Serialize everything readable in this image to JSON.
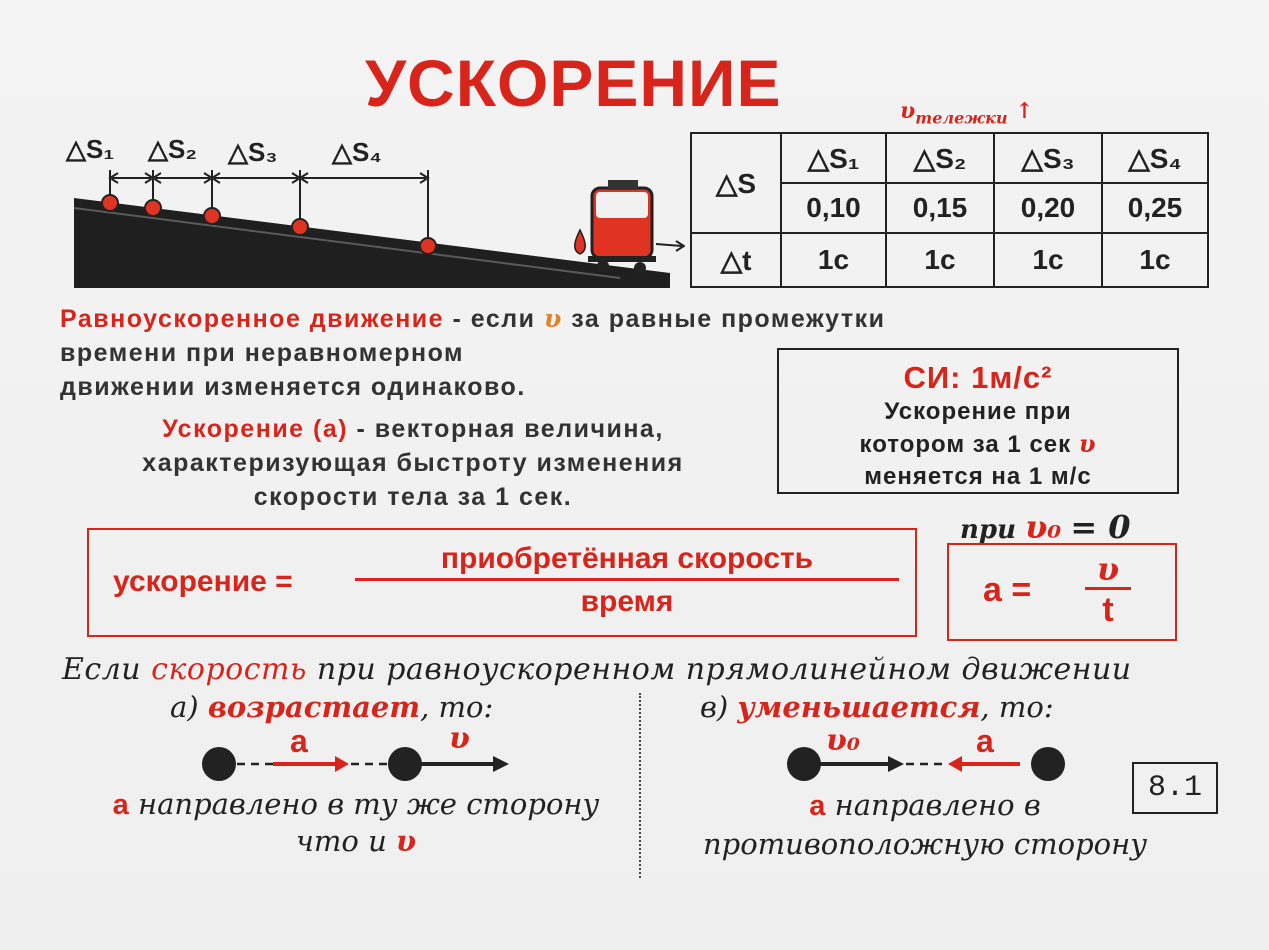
{
  "title": "УСКОРЕНИЕ",
  "v_cart": {
    "v": "υ",
    "sub": "тележки",
    "arrow": "↑"
  },
  "diagram_labels": [
    "△S₁",
    "△S₂",
    "△S₃",
    "△S₄"
  ],
  "table": {
    "row_s": {
      "head": "△S",
      "cols": [
        "△S₁",
        "△S₂",
        "△S₃",
        "△S₄"
      ],
      "values": [
        "0,10",
        "0,15",
        "0,20",
        "0,25"
      ]
    },
    "row_t": {
      "head": "△t",
      "values": [
        "1c",
        "1c",
        "1c",
        "1c"
      ]
    }
  },
  "definition1": {
    "term": "Равноускоренное движение",
    "t1": " - если ",
    "v": "υ",
    "t2": " за равные промежутки",
    "line2": "времени при неравномерном",
    "line3": "движении  изменяется одинаково."
  },
  "definition2": {
    "term": "Ускорение (а)",
    "t1": " - векторная величина,",
    "line2": "характеризующая быстроту изменения",
    "line3": "скорости тела за 1 сек."
  },
  "si": {
    "title": "СИ:  1м/с²",
    "l1": "Ускорение при",
    "l2": "котором за 1 сек",
    "v": "υ",
    "l3": "меняется на 1 м/с"
  },
  "formula_main": {
    "lhs": "ускорение =",
    "num": "приобретённая скорость",
    "den": "время"
  },
  "formula_cond": {
    "pre": "при",
    "v0": "υ₀",
    "eq": "= 0"
  },
  "formula_a": {
    "lhs": "a =",
    "num": "υ",
    "den": "t"
  },
  "bottom_intro": {
    "t1": "Если ",
    "speed": "скорость",
    "t2": " при равноускоренном прямолинейном движении"
  },
  "case_a": {
    "prefix": "а) ",
    "word": "возрастает",
    "suffix": ", то:",
    "a_label": "a",
    "v_label": "υ",
    "note_a": "a",
    "note1": " направлено в ту же сторону",
    "note2": "что и ",
    "note_v": "υ"
  },
  "case_b": {
    "prefix": "в) ",
    "word": "уменьшается",
    "suffix": ", то:",
    "v0_label": "υ₀",
    "a_label": "a",
    "note_a": "a",
    "note1": " направлено в",
    "note2": "противоположную сторону"
  },
  "page_number": "8.1",
  "colors": {
    "accent": "#d8251b",
    "text": "#222222"
  }
}
